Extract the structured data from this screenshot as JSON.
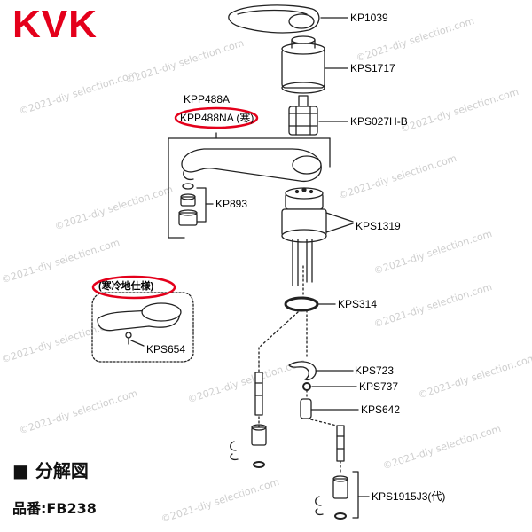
{
  "brand": {
    "logo_text": "KVK",
    "logo_color": "#e4001b"
  },
  "parts": {
    "kp1039": "KP1039",
    "kps1717": "KPS1717",
    "kpp488a": "KPP488A",
    "kpp488na": "KPP488NA (寒)",
    "kps027hb": "KPS027H-B",
    "kp893": "KP893",
    "kps1319": "KPS1319",
    "kps314": "KPS314",
    "cold_spec": "(寒冷地仕様)",
    "kps654": "KPS654",
    "kps723": "KPS723",
    "kps737": "KPS737",
    "kps642": "KPS642",
    "kps1915j3": "KPS1915J3(代)"
  },
  "footer": {
    "exploded_view": "■ 分解図",
    "product_number": "品番:FB238"
  },
  "watermark": "©2021-diy selection.com",
  "colors": {
    "highlight": "#e4001b",
    "line": "#222222"
  }
}
